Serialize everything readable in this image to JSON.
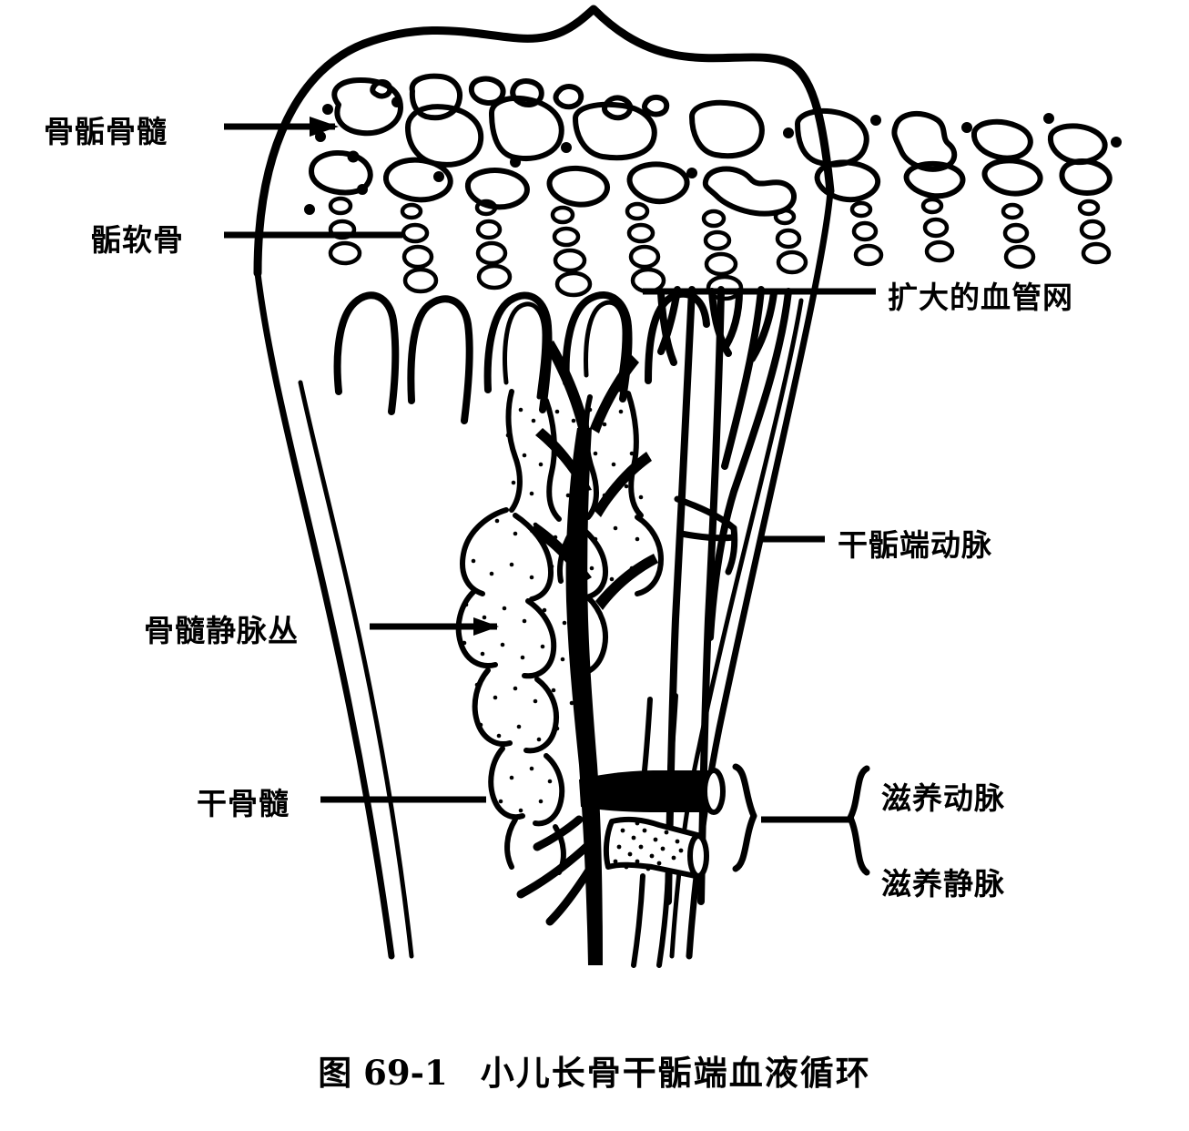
{
  "figure": {
    "caption_number": "图 69-1",
    "caption_title": "小儿长骨干骺端血液循环"
  },
  "labels": {
    "epiphyseal_marrow": "骨骺骨髓",
    "epiphyseal_cartilage": "骺软骨",
    "enlarged_vascular_network": "扩大的血管网",
    "metaphyseal_artery": "干骺端动脉",
    "marrow_venous_plexus": "骨髓静脉丛",
    "diaphyseal_marrow": "干骨髓",
    "nutrient_artery": "滋养动脉",
    "nutrient_vein": "滋养静脉"
  },
  "colors": {
    "ink": "#000000",
    "background": "#ffffff"
  }
}
